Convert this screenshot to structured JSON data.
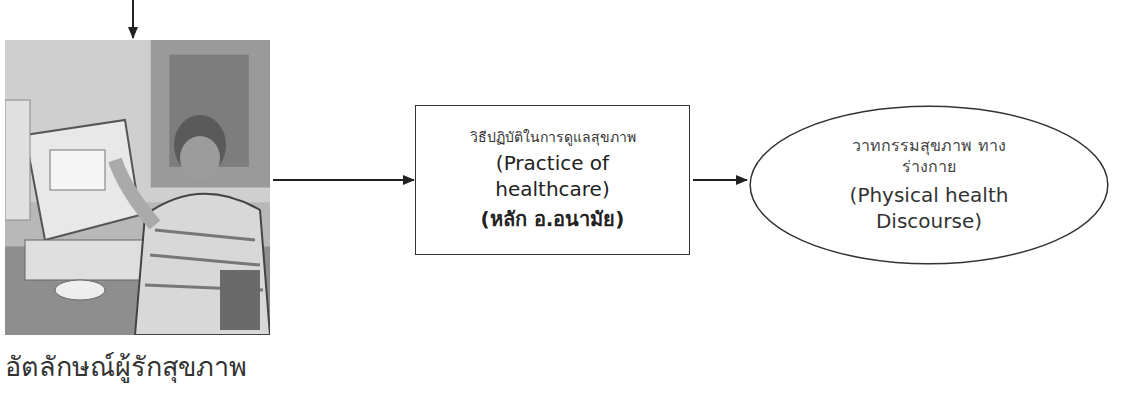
{
  "diagram": {
    "nodes": [
      {
        "text": [
          "อัตลักษณ์ผู้รักสุขภาพ"
        ]
      },
      {
        "text": [
          "วิธีปฏิบัติในการดูแลสุขภาพ",
          "(Practice of healthcare)",
          "(หลัก อ.อนามัย)"
        ]
      },
      {
        "text": [
          "วาทกรรมสุขภาพ ทางร่างกาย",
          "(Physical health Discourse)"
        ]
      }
    ],
    "edges": [
      {
        "from": 0,
        "to": 1,
        "arrow": "to"
      },
      {
        "from": 1,
        "to": 2,
        "arrow": "to"
      }
    ]
  }
}
